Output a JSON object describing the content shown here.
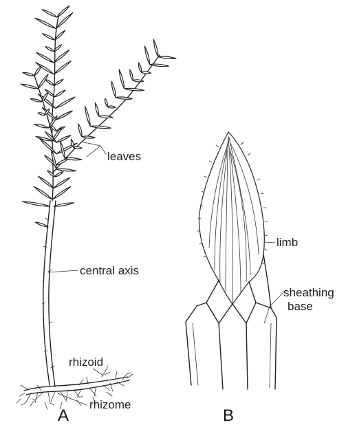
{
  "labels": {
    "leaves": "leaves",
    "central_axis": "central axis",
    "rhizoid": "rhizoid",
    "rhizome": "rhizome",
    "limb": "limb",
    "sheathing_line1": "sheathing",
    "sheathing_line2": "base"
  },
  "panels": {
    "a": "A",
    "b": "B"
  }
}
